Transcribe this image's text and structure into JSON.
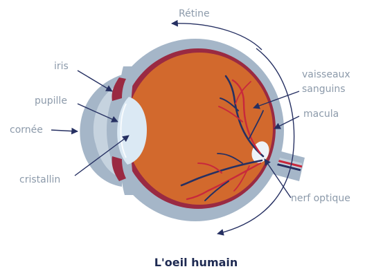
{
  "title": "L'oeil humain",
  "labels": {
    "retine": "Rétine",
    "iris": "iris",
    "pupille": "pupille",
    "cornee": "cornée",
    "cristallin": "cristallin",
    "vaisseaux_line1": "vaisseaux",
    "vaisseaux_line2": "sanguins",
    "macula": "macula",
    "nerf_optique": "nerf optique"
  },
  "colors": {
    "label_text": "#8c9aaa",
    "title_text": "#1e2a52",
    "sclera": "#a5b6c8",
    "vitreous": "#d2692d",
    "iris_red": "#9a2a42",
    "artery_red": "#c8283c",
    "vein_navy": "#263062",
    "lens": "#dbe9f4",
    "arrow": "#263062"
  }
}
